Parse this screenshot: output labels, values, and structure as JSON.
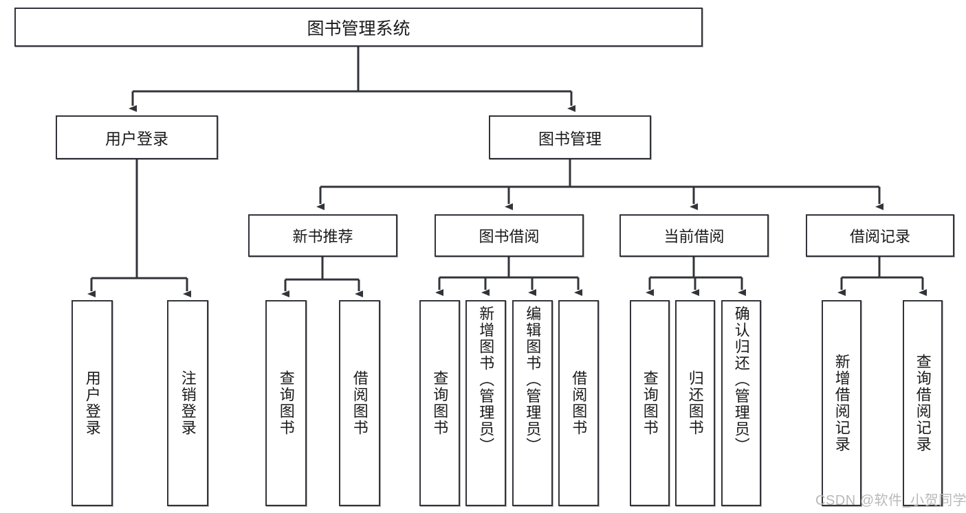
{
  "diagram": {
    "title": "图书管理系统",
    "root": {
      "label": "图书管理系统"
    },
    "level2": [
      {
        "label": "用户登录"
      },
      {
        "label": "图书管理"
      }
    ],
    "level3": [
      {
        "label": "新书推荐"
      },
      {
        "label": "图书借阅"
      },
      {
        "label": "当前借阅"
      },
      {
        "label": "借阅记录"
      }
    ],
    "leaves": {
      "user_login": [
        {
          "label": "用户登录"
        },
        {
          "label": "注销登录"
        }
      ],
      "new_book_recommend": [
        {
          "label": "查询图书"
        },
        {
          "label": "借阅图书"
        }
      ],
      "book_borrow": [
        {
          "label": "查询图书"
        },
        {
          "label": "新增图书（管理员）"
        },
        {
          "label": "编辑图书（管理员）"
        },
        {
          "label": "借阅图书"
        }
      ],
      "current_borrow": [
        {
          "label": "查询图书"
        },
        {
          "label": "归还图书"
        },
        {
          "label": "确认归还（管理员）"
        }
      ],
      "borrow_record": [
        {
          "label": "新增借阅记录"
        },
        {
          "label": "查询借阅记录"
        }
      ]
    },
    "watermark": "CSDN @软件_小贺同学",
    "colors": {
      "stroke": "#32343a",
      "background": "#ffffff",
      "text": "#1a1a1a",
      "watermark": "#b9b9b9"
    }
  }
}
